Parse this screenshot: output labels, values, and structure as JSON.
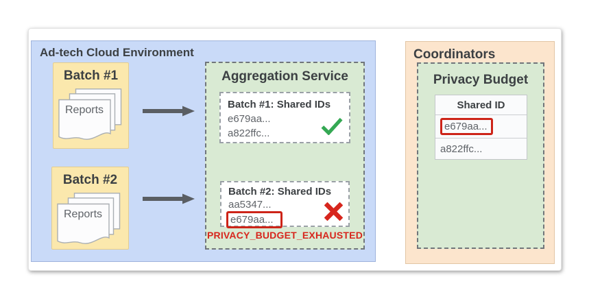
{
  "adtech": {
    "title": "Ad-tech Cloud Environment",
    "batches": [
      {
        "label": "Batch #1",
        "doc_label": "Reports"
      },
      {
        "label": "Batch #2",
        "doc_label": "Reports"
      }
    ],
    "aggregation": {
      "title": "Aggregation Service",
      "results": [
        {
          "title": "Batch #1: Shared IDs",
          "ids": [
            "e679aa...",
            "a822ffc..."
          ],
          "status": "success"
        },
        {
          "title": "Batch #2: Shared IDs",
          "ids": [
            "aa5347...",
            "e679aa..."
          ],
          "status": "failure",
          "flagged_id": "e679aa..."
        }
      ],
      "error_label": "PRIVACY_BUDGET_EXHAUSTED"
    }
  },
  "coordinators": {
    "title": "Coordinators",
    "privacy_budget": {
      "title": "Privacy Budget",
      "table": {
        "header": "Shared ID",
        "rows": [
          "e679aa...",
          "a822ffc..."
        ],
        "flagged_row": "e679aa..."
      }
    }
  },
  "icons": {
    "success": "check-icon",
    "failure": "x-icon",
    "flow": "arrow-right-icon",
    "batch_contents": "document-stack-icon"
  },
  "colors": {
    "adtech_bg": "#c9daf8",
    "batch_bg": "#fbe8ad",
    "service_bg": "#d9ead3",
    "coordinators_bg": "#fce5cd",
    "success_green": "#34a853",
    "error_red": "#d7261d",
    "title_gray": "#3c4043",
    "body_gray": "#5f6368"
  }
}
